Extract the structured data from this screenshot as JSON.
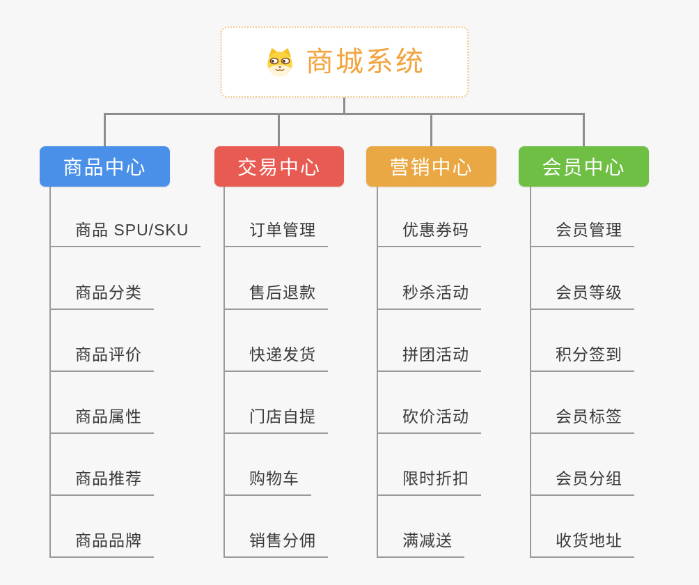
{
  "root": {
    "title": "商城系统",
    "icon": "shiba-dog-icon"
  },
  "branches": [
    {
      "title": "商品中心",
      "color": "#4a90e8",
      "items": [
        "商品 SPU/SKU",
        "商品分类",
        "商品评价",
        "商品属性",
        "商品推荐",
        "商品品牌"
      ]
    },
    {
      "title": "交易中心",
      "color": "#e85b53",
      "items": [
        "订单管理",
        "售后退款",
        "快递发货",
        "门店自提",
        "购物车",
        "销售分佣"
      ]
    },
    {
      "title": "营销中心",
      "color": "#e9a843",
      "items": [
        "优惠券码",
        "秒杀活动",
        "拼团活动",
        "砍价活动",
        "限时折扣",
        "满减送"
      ]
    },
    {
      "title": "会员中心",
      "color": "#6fbf44",
      "items": [
        "会员管理",
        "会员等级",
        "积分签到",
        "会员标签",
        "会员分组",
        "收货地址"
      ]
    }
  ],
  "colors": {
    "connector": "#8d8d8d",
    "line": "#9a9a9a",
    "rootAccent": "#f2a43e",
    "rootBorder": "#f5cd8f",
    "background": "#f7f7f7",
    "text": "#3a3a3a"
  }
}
